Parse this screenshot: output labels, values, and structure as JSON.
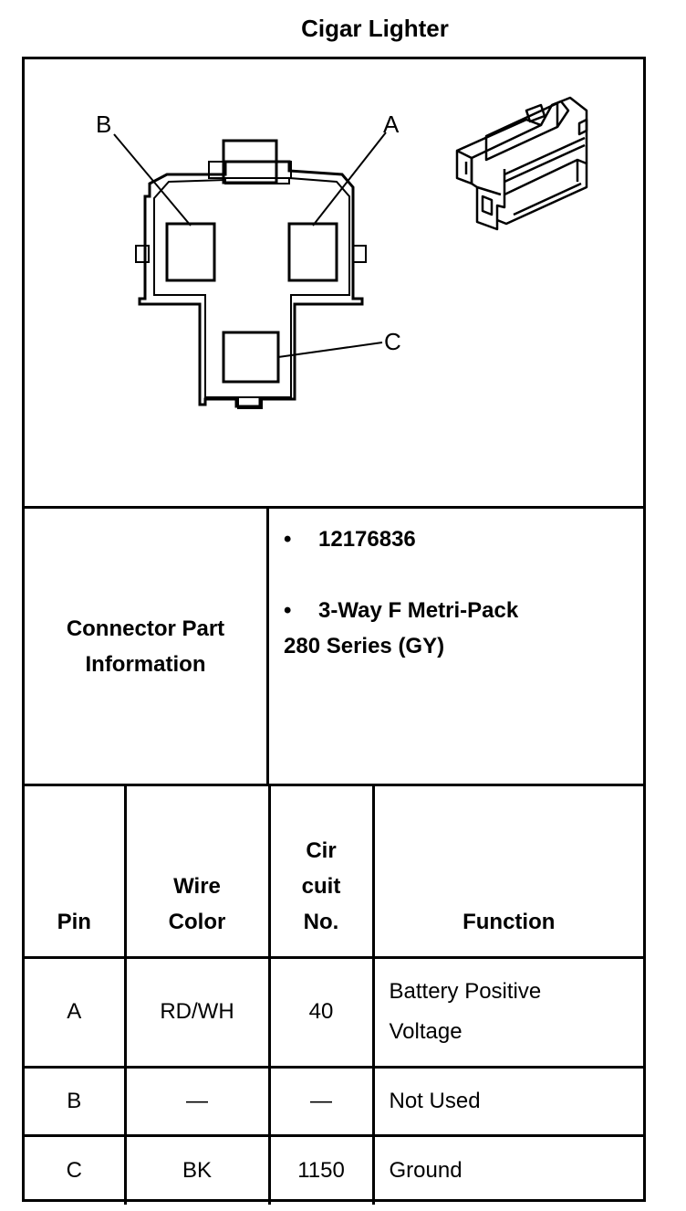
{
  "title": "Cigar Lighter",
  "diagram": {
    "pin_labels": {
      "a": "A",
      "b": "B",
      "c": "C"
    },
    "icons": [
      "connector-face-view-icon",
      "connector-3d-view-icon"
    ]
  },
  "connector_info": {
    "label_line1": "Connector Part",
    "label_line2": "Information",
    "part_number": "12176836",
    "description_line1": "3-Way F Metri-Pack",
    "description_line2": "280 Series (GY)",
    "bullet": "•"
  },
  "pin_table": {
    "headers": {
      "pin": "Pin",
      "wire_color_line1": "Wire",
      "wire_color_line2": "Color",
      "circuit_line1": "Cir",
      "circuit_line2": "cuit",
      "circuit_line3": "No.",
      "function": "Function"
    },
    "rows": [
      {
        "pin": "A",
        "wire_color": "RD/WH",
        "circuit": "40",
        "function_line1": "Battery Positive",
        "function_line2": "Voltage"
      },
      {
        "pin": "B",
        "wire_color": "—",
        "circuit": "—",
        "function_line1": "Not Used"
      },
      {
        "pin": "C",
        "wire_color": "BK",
        "circuit": "1150",
        "function_line1": "Ground"
      }
    ]
  }
}
